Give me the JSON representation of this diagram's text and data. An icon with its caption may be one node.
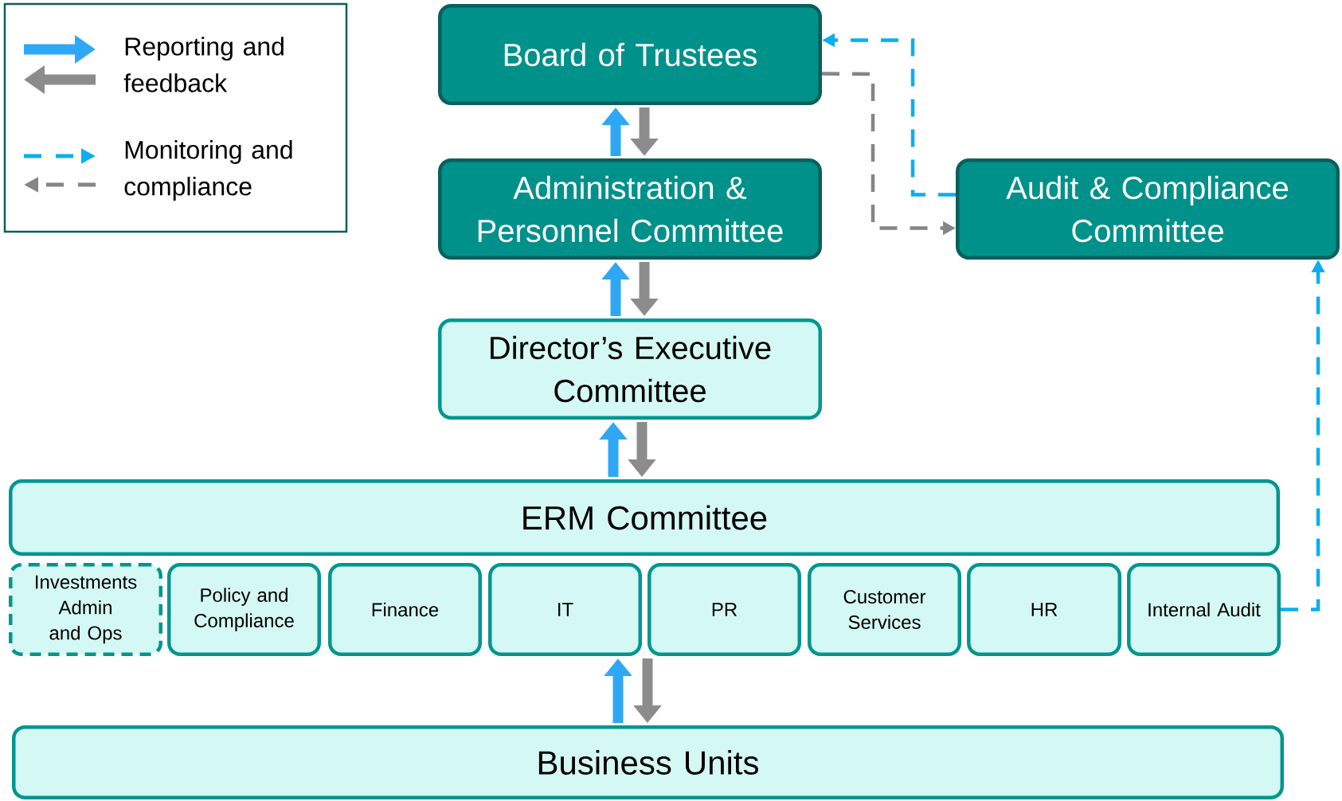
{
  "diagram": {
    "nodes": [
      {
        "text": [
          "Board of Trustees"
        ]
      },
      {
        "text": [
          "Administration & Personnel Committee"
        ]
      },
      {
        "text": [
          "Audit & Compliance Committee"
        ]
      },
      {
        "text": [
          "Director’s Executive Committee"
        ]
      },
      {
        "text": [
          "ERM Committee"
        ]
      },
      {
        "text": [
          "Investments Admin and Ops"
        ]
      },
      {
        "text": [
          "Policy and Compliance"
        ]
      },
      {
        "text": [
          "Finance"
        ]
      },
      {
        "text": [
          "IT"
        ]
      },
      {
        "text": [
          "PR"
        ]
      },
      {
        "text": [
          "Customer Services"
        ]
      },
      {
        "text": [
          "HR"
        ]
      },
      {
        "text": [
          "Internal Audit"
        ]
      },
      {
        "text": [
          "Business Units"
        ]
      }
    ],
    "edges": [
      {
        "from": 1,
        "to": 0,
        "arrow": "to",
        "color": "#2ea8f5"
      },
      {
        "from": 0,
        "to": 1,
        "arrow": "to",
        "color": "#8c8c8c"
      },
      {
        "from": 3,
        "to": 1,
        "arrow": "to",
        "color": "#2ea8f5"
      },
      {
        "from": 1,
        "to": 3,
        "arrow": "to",
        "color": "#8c8c8c"
      },
      {
        "from": 4,
        "to": 3,
        "arrow": "to",
        "color": "#2ea8f5"
      },
      {
        "from": 3,
        "to": 4,
        "arrow": "to",
        "color": "#8c8c8c"
      },
      {
        "from": 13,
        "to": 8,
        "arrow": "to",
        "color": "#2ea8f5"
      },
      {
        "from": 8,
        "to": 13,
        "arrow": "to",
        "color": "#8c8c8c"
      },
      {
        "from": 2,
        "to": 0,
        "arrow": "to",
        "style": "dashed",
        "color": "#0aaeef"
      },
      {
        "from": 0,
        "to": 2,
        "arrow": "to",
        "style": "dashed",
        "color": "#858585"
      },
      {
        "from": 12,
        "to": 2,
        "arrow": "to",
        "style": "dashed",
        "color": "#0aaeef"
      }
    ],
    "legend": [
      {
        "text": "Reporting and feedback"
      },
      {
        "text": "Monitoring and compliance"
      }
    ]
  }
}
